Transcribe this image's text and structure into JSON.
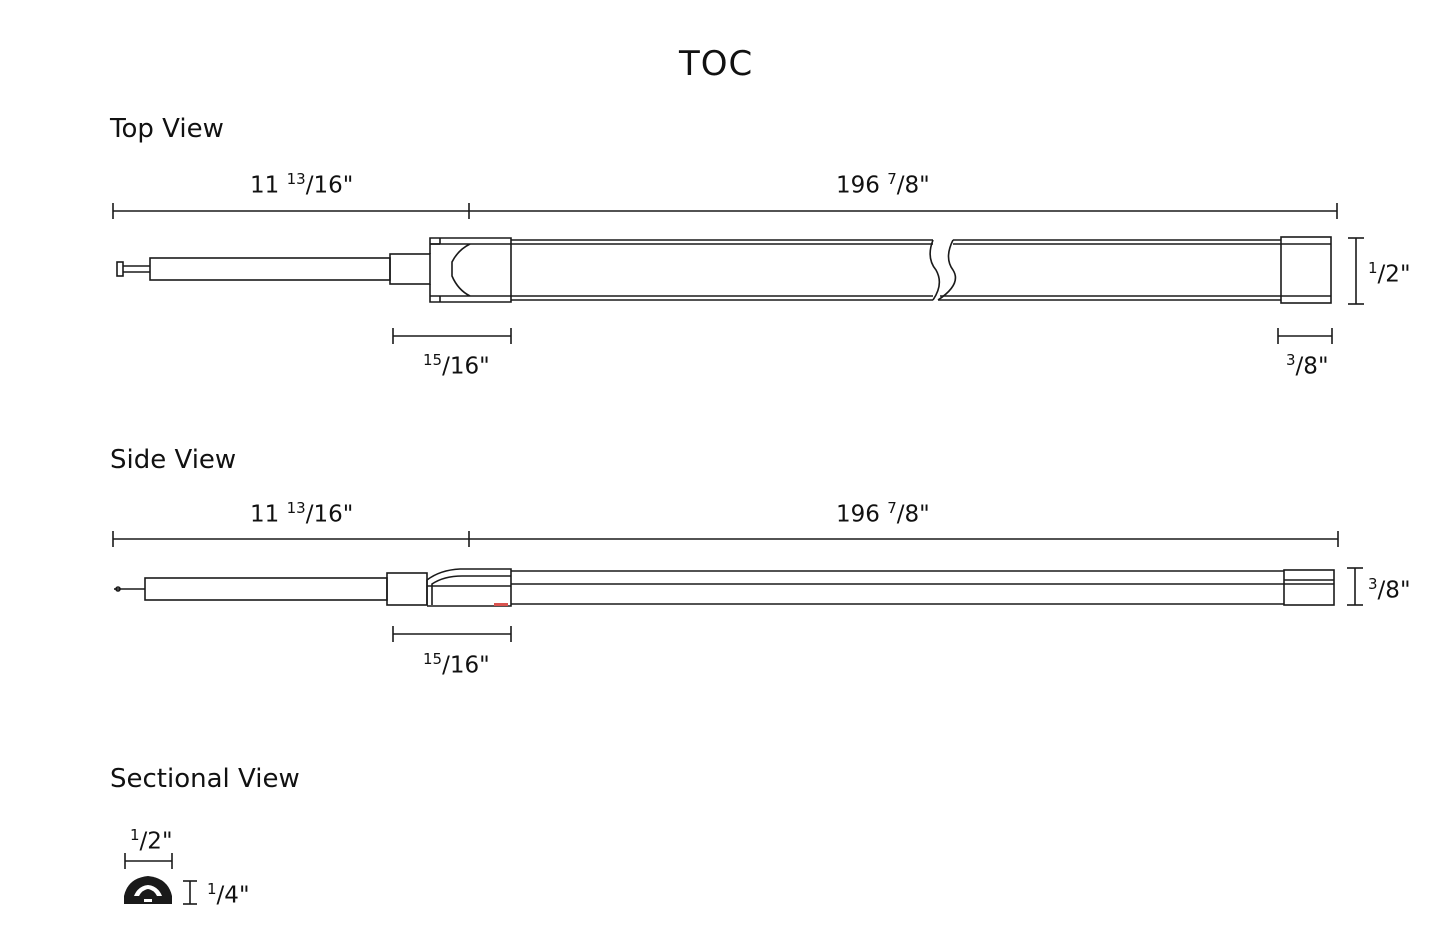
{
  "title": "TOC",
  "sections": {
    "top": "Top View",
    "side": "Side View",
    "sectional": "Sectional View"
  },
  "top_view": {
    "lead_length": {
      "whole": "11",
      "num": "13",
      "den": "16"
    },
    "strip_length": {
      "whole": "196",
      "num": "7",
      "den": "8"
    },
    "height": {
      "num": "1",
      "den": "2"
    },
    "connector": {
      "num": "15",
      "den": "16"
    },
    "end_cap": {
      "num": "3",
      "den": "8"
    }
  },
  "side_view": {
    "lead_length": {
      "whole": "11",
      "num": "13",
      "den": "16"
    },
    "strip_length": {
      "whole": "196",
      "num": "7",
      "den": "8"
    },
    "height": {
      "num": "3",
      "den": "8"
    },
    "connector": {
      "num": "15",
      "den": "16"
    }
  },
  "sectional_view": {
    "width": {
      "num": "1",
      "den": "2"
    },
    "height": {
      "num": "1",
      "den": "4"
    }
  },
  "colors": {
    "line": "#1a1a1a",
    "accent": "#d9534f"
  }
}
